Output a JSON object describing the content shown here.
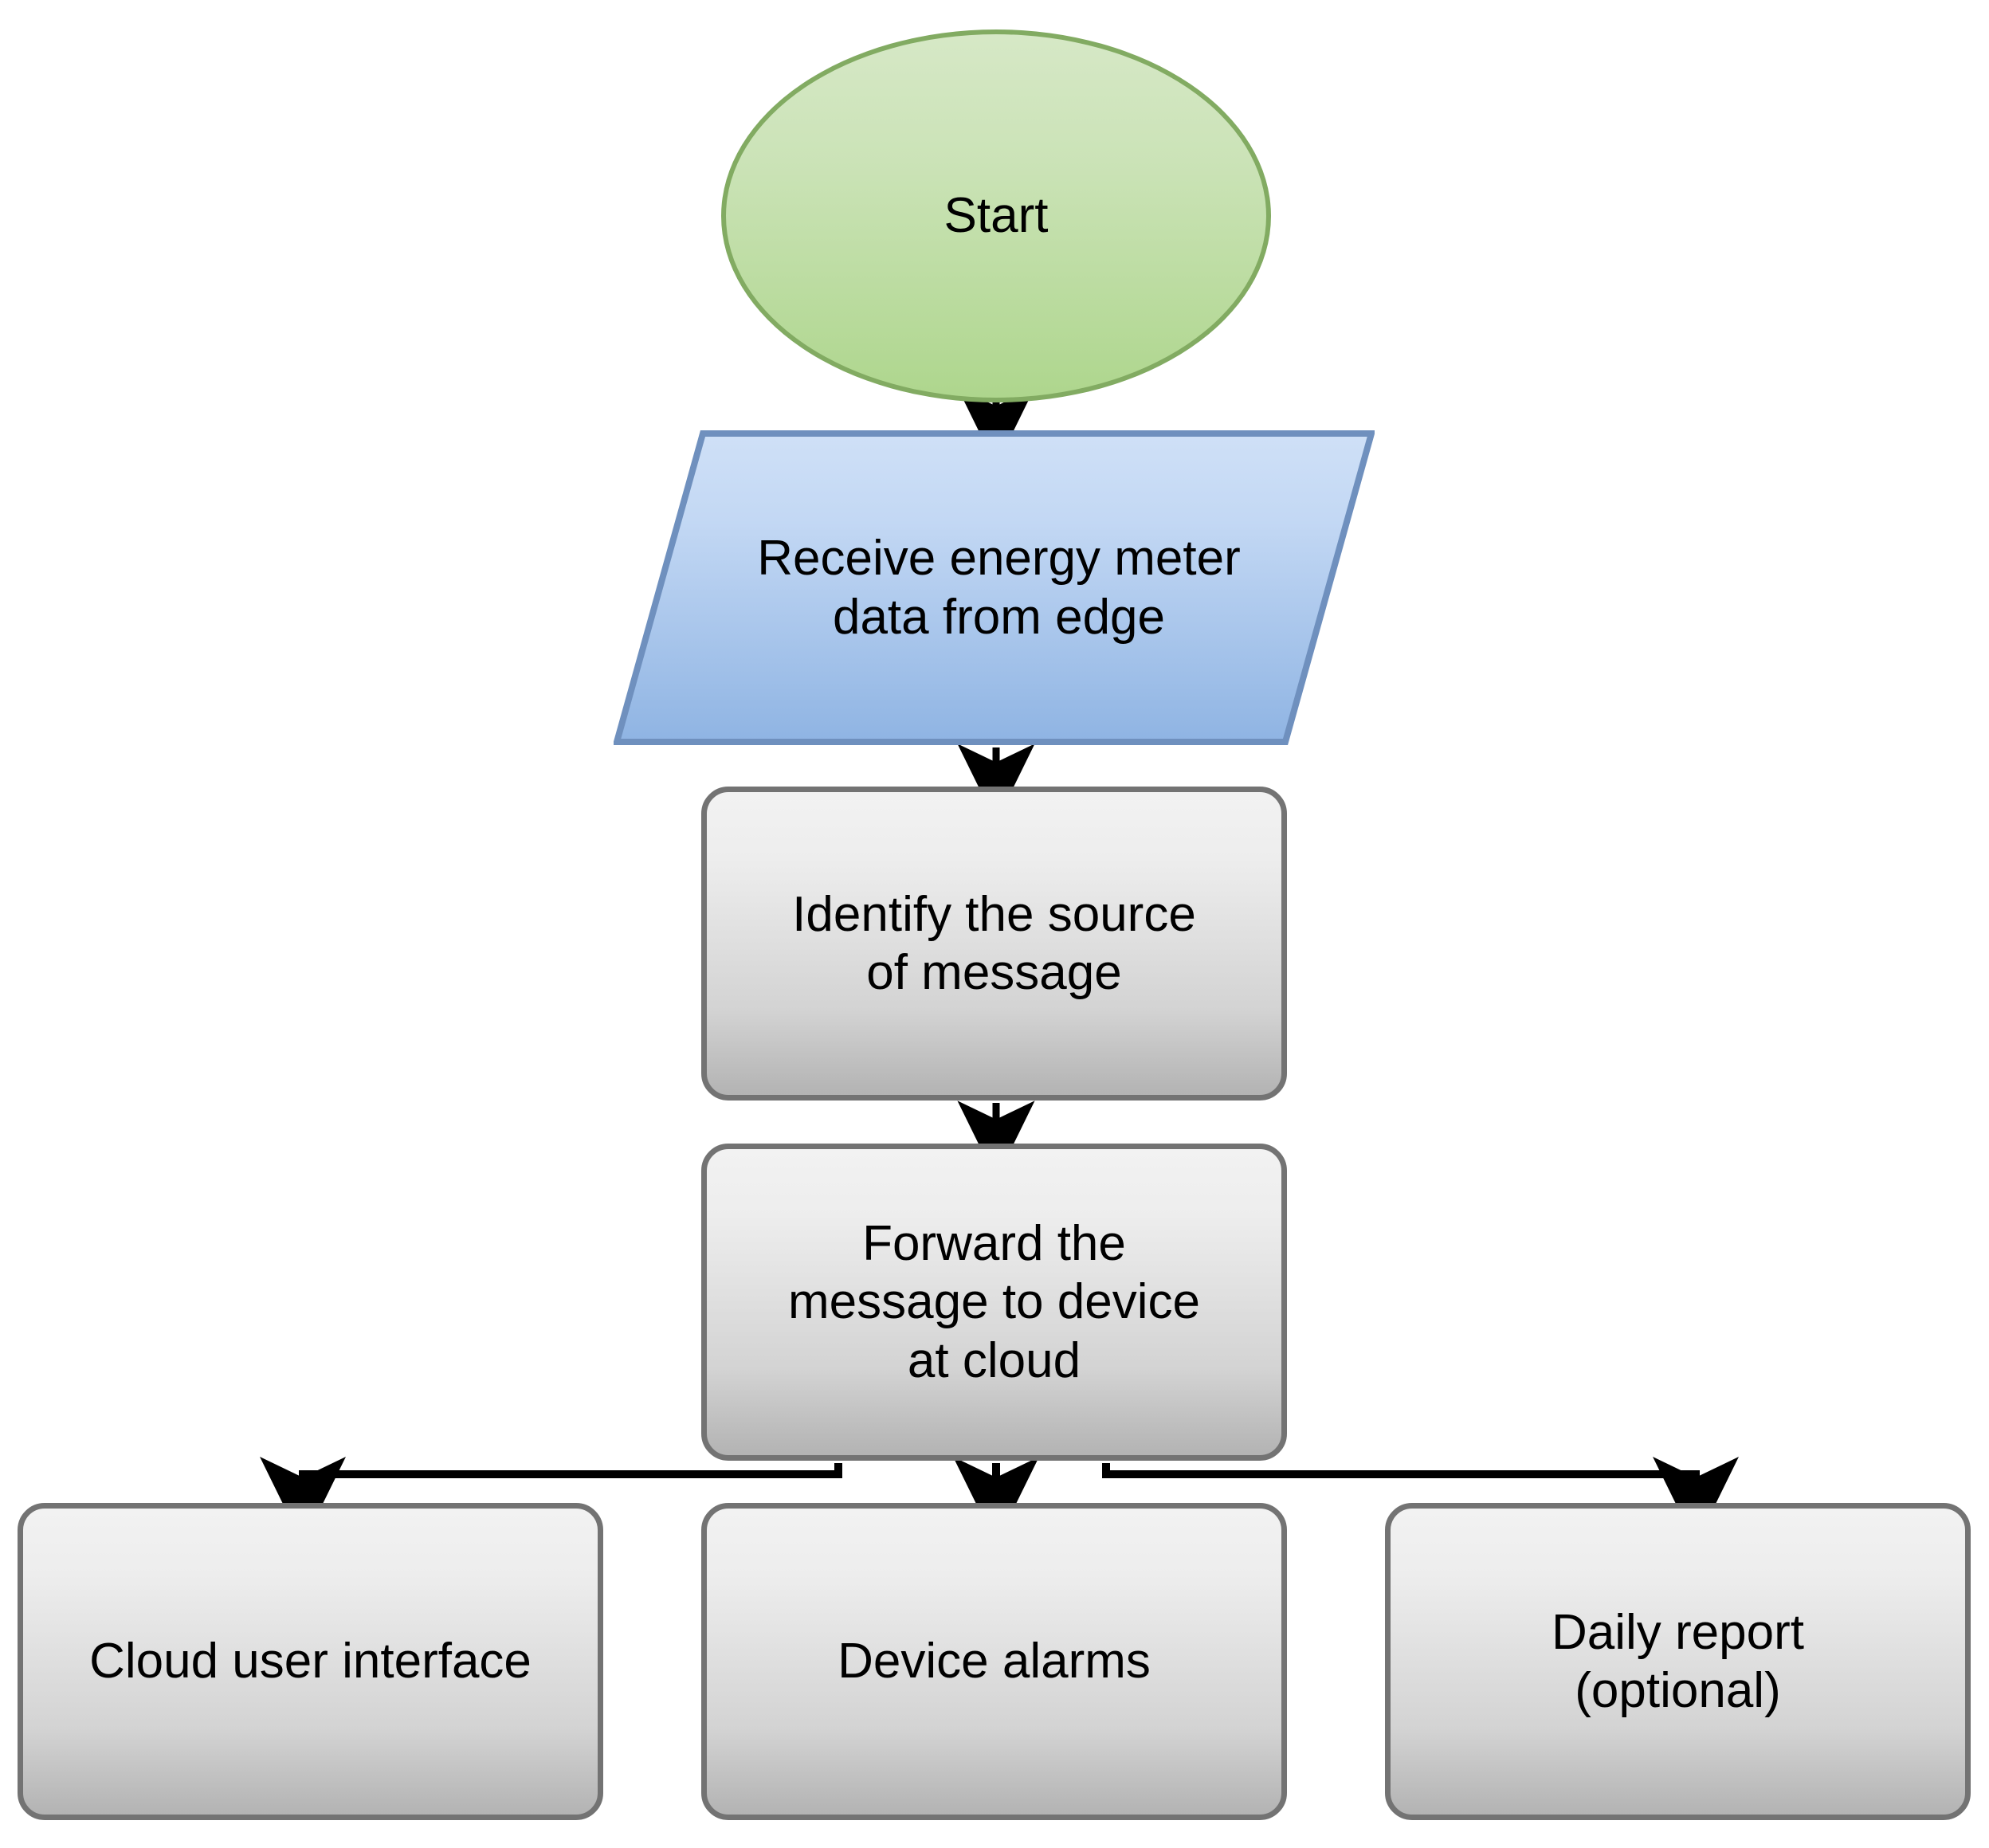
{
  "diagram": {
    "title": "Cloud message handling flowchart",
    "type": "flowchart",
    "background_color": "#ffffff",
    "colors": {
      "start_fill_top": "#d6e8c6",
      "start_fill_bottom": "#aed68d",
      "start_border": "#82ab62",
      "data_fill_top": "#cfe0f7",
      "data_fill_bottom": "#8fb4e3",
      "data_border": "#6f90be",
      "process_fill_top": "#f2f2f2",
      "process_fill_bottom": "#b3b3b3",
      "process_border": "#737373",
      "edge_color": "#000000",
      "text_color": "#000000"
    },
    "nodes": [
      {
        "id": "start",
        "shape": "ellipse",
        "label": "Start"
      },
      {
        "id": "receive",
        "shape": "parallelogram",
        "label": "Receive energy meter\ndata from edge"
      },
      {
        "id": "identify",
        "shape": "process",
        "label": "Identify the source\nof message"
      },
      {
        "id": "forward",
        "shape": "process",
        "label": "Forward the\nmessage to device\nat cloud"
      },
      {
        "id": "ui",
        "shape": "process",
        "label": "Cloud user interface"
      },
      {
        "id": "alarms",
        "shape": "process",
        "label": "Device alarms"
      },
      {
        "id": "report",
        "shape": "process",
        "label": "Daily report\n(optional)"
      }
    ],
    "edges": [
      {
        "from": "start",
        "to": "receive",
        "style": "straight-down",
        "arrow": true,
        "label": ""
      },
      {
        "from": "receive",
        "to": "identify",
        "style": "straight-down",
        "arrow": true,
        "label": ""
      },
      {
        "from": "identify",
        "to": "forward",
        "style": "straight-down",
        "arrow": true,
        "label": ""
      },
      {
        "from": "forward",
        "to": "ui",
        "style": "elbow-left",
        "arrow": true,
        "label": ""
      },
      {
        "from": "forward",
        "to": "alarms",
        "style": "straight-down",
        "arrow": true,
        "label": ""
      },
      {
        "from": "forward",
        "to": "report",
        "style": "elbow-right",
        "arrow": true,
        "label": ""
      }
    ]
  }
}
